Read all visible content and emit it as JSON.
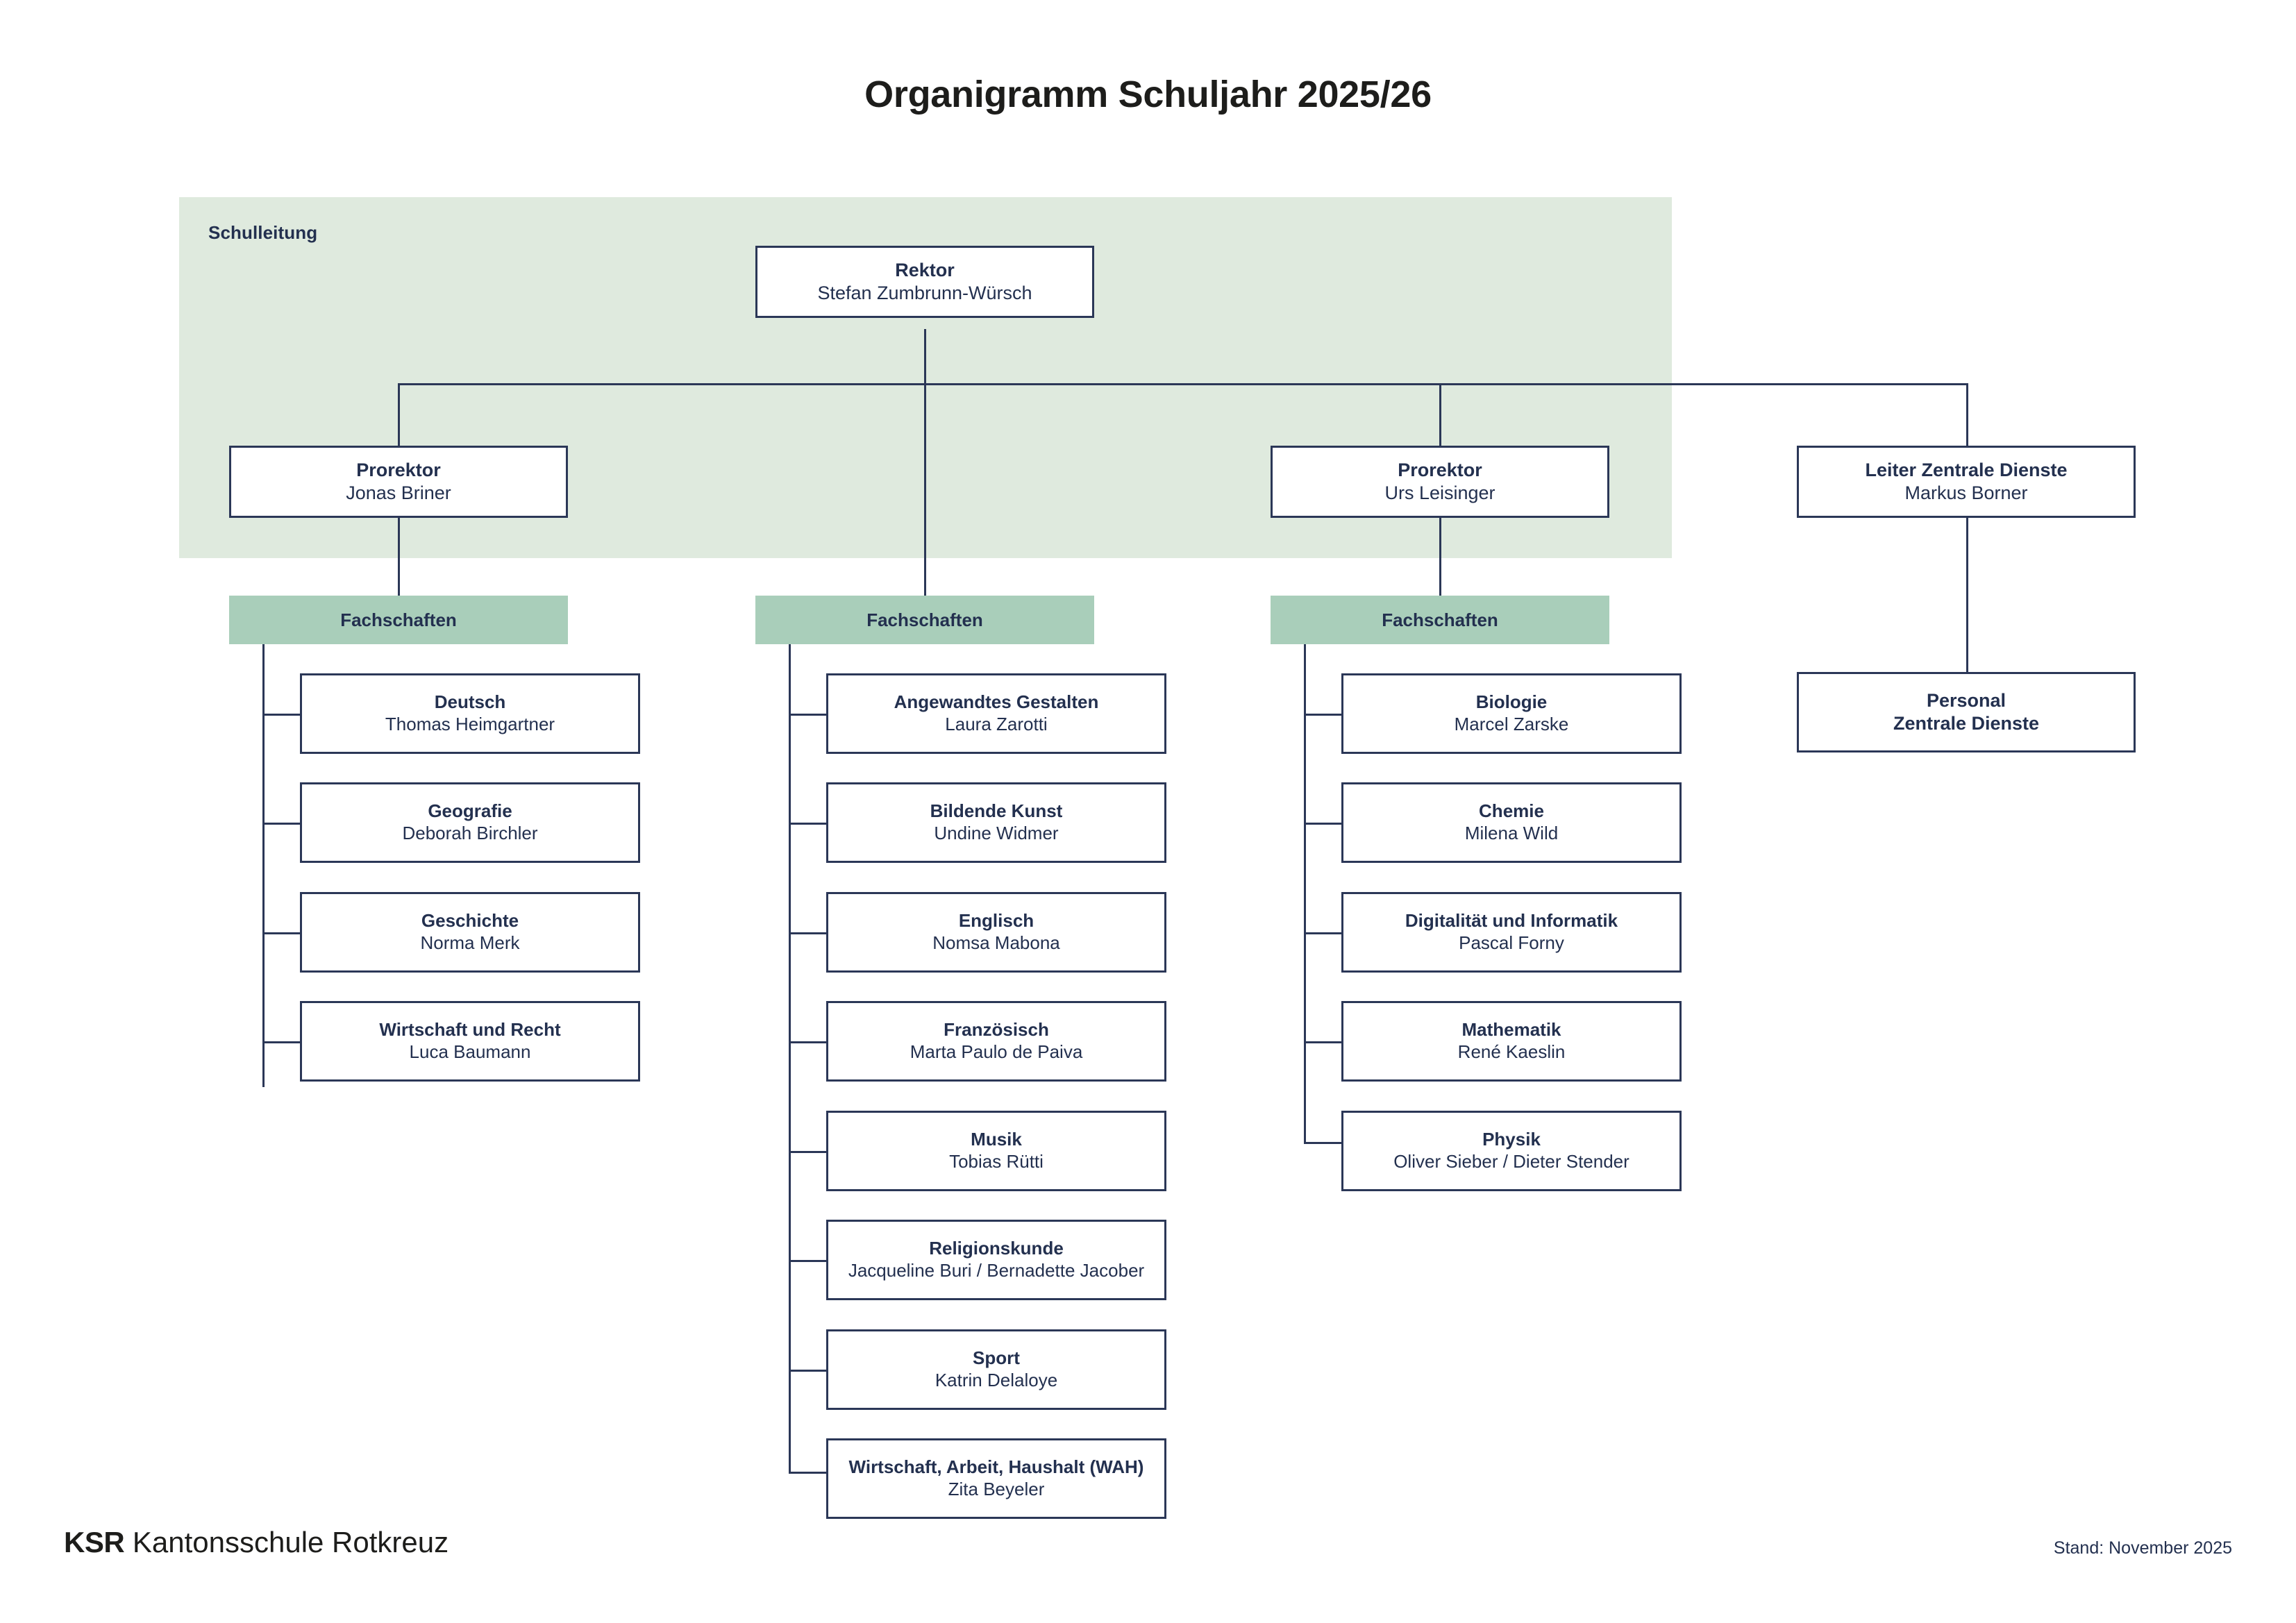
{
  "title": "Organigramm Schuljahr 2025/26",
  "colors": {
    "band_green": "#dfeade",
    "header_green": "#a9ceba",
    "navy": "#2b3757",
    "text_navy": "#23304f",
    "title_black": "#1d1d1b"
  },
  "leadership": {
    "band_label": "Schulleitung",
    "rektor": {
      "role": "Rektor",
      "person": "Stefan Zumbrunn-Würsch"
    },
    "prorektor_left": {
      "role": "Prorektor",
      "person": "Jonas Briner"
    },
    "prorektor_right": {
      "role": "Prorektor",
      "person": "Urs Leisinger"
    },
    "zentrale_dienste": {
      "role": "Leiter Zentrale Dienste",
      "person": "Markus Borner"
    }
  },
  "group_header_label": "Fachschaften",
  "columns": [
    {
      "header": "Fachschaften",
      "subjects": [
        {
          "role": "Deutsch",
          "person": "Thomas Heimgartner"
        },
        {
          "role": "Geografie",
          "person": "Deborah Birchler"
        },
        {
          "role": "Geschichte",
          "person": "Norma Merk"
        },
        {
          "role": "Wirtschaft und Recht",
          "person": "Luca Baumann"
        }
      ]
    },
    {
      "header": "Fachschaften",
      "subjects": [
        {
          "role": "Angewandtes Gestalten",
          "person": "Laura Zarotti"
        },
        {
          "role": "Bildende Kunst",
          "person": "Undine Widmer"
        },
        {
          "role": "Englisch",
          "person": "Nomsa Mabona"
        },
        {
          "role": "Französisch",
          "person": "Marta Paulo de Paiva"
        },
        {
          "role": "Musik",
          "person": "Tobias Rütti"
        },
        {
          "role": "Religionskunde",
          "person": "Jacqueline Buri / Bernadette Jacober"
        },
        {
          "role": "Sport",
          "person": "Katrin Delaloye"
        },
        {
          "role": "Wirtschaft, Arbeit, Haushalt (WAH)",
          "person": "Zita Beyeler"
        }
      ]
    },
    {
      "header": "Fachschaften",
      "subjects": [
        {
          "role": "Biologie",
          "person": "Marcel Zarske"
        },
        {
          "role": "Chemie",
          "person": "Milena Wild"
        },
        {
          "role": "Digitalität und Informatik",
          "person": "Pascal Forny"
        },
        {
          "role": "Mathematik",
          "person": "René Kaeslin"
        },
        {
          "role": "Physik",
          "person": "Oliver Sieber / Dieter Stender"
        }
      ]
    }
  ],
  "zentrale_dienste_child": {
    "line1": "Personal",
    "line2": "Zentrale Dienste"
  },
  "footer": {
    "logo_mark": "KSR",
    "logo_name": "Kantonsschule Rotkreuz",
    "stand": "Stand: November 2025"
  }
}
